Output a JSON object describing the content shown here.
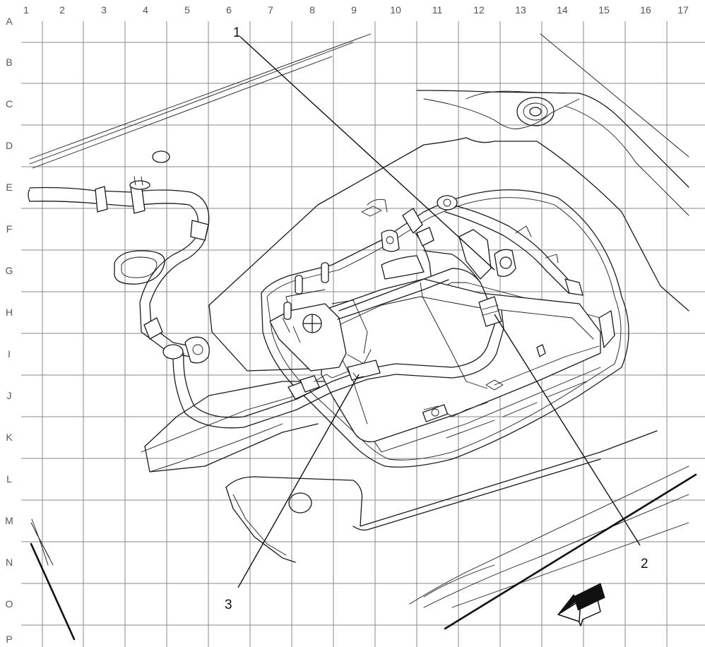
{
  "grid": {
    "columns": [
      "1",
      "2",
      "3",
      "4",
      "5",
      "6",
      "7",
      "8",
      "9",
      "10",
      "11",
      "12",
      "13",
      "14",
      "15",
      "16",
      "17"
    ],
    "rows": [
      "A",
      "B",
      "C",
      "D",
      "E",
      "F",
      "G",
      "H",
      "I",
      "J",
      "K",
      "L",
      "M",
      "N",
      "O",
      "P"
    ]
  },
  "callouts": [
    {
      "id": "callout-1",
      "label": "1"
    },
    {
      "id": "callout-2",
      "label": "2"
    },
    {
      "id": "callout-3",
      "label": "3"
    }
  ],
  "icons": {
    "direction_arrow": "forward-direction-arrow-icon"
  }
}
